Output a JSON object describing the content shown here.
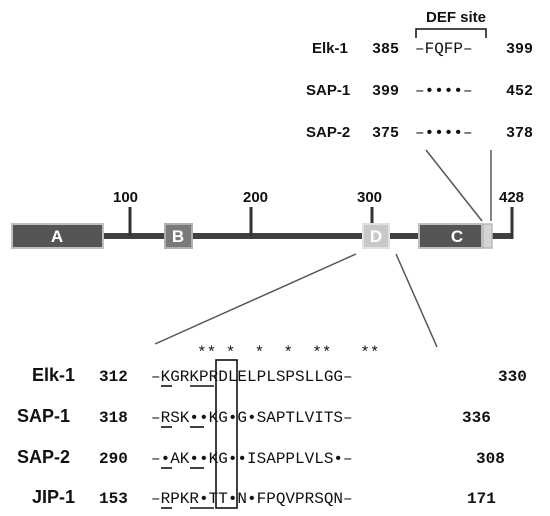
{
  "def": {
    "title": "DEF site",
    "rows": [
      {
        "protein": "Elk-1",
        "start": "385",
        "seq": "–FQFP–",
        "end": "399"
      },
      {
        "protein": "SAP-1",
        "start": "399",
        "seq": "–••••–",
        "end": "452"
      },
      {
        "protein": "SAP-2",
        "start": "375",
        "seq": "–••••–",
        "end": "378"
      }
    ]
  },
  "protein_map": {
    "ticks": [
      "100",
      "200",
      "300",
      "428"
    ],
    "domains": [
      {
        "label": "A",
        "color": "#555555",
        "text_color": "#ffffff"
      },
      {
        "label": "B",
        "color": "#7a7a7a",
        "text_color": "#ffffff"
      },
      {
        "label": "D",
        "color": "#c8c8c8",
        "text_color": "#ffffff"
      },
      {
        "label": "C",
        "color": "#555555",
        "text_color": "#ffffff"
      }
    ]
  },
  "alignment": {
    "stars": "** *  *  *  **   **",
    "rows": [
      {
        "protein": "Elk-1",
        "start": "312",
        "seq": "–KGRKPRDLELPLSPSLLGG–",
        "end": "330"
      },
      {
        "protein": "SAP-1",
        "start": "318",
        "seq": "–RSK••KG•G•SAPTLVITS–",
        "end": "336"
      },
      {
        "protein": "SAP-2",
        "start": "290",
        "seq": "–•AK••KG••ISAPPLVLS•–",
        "end": "308"
      },
      {
        "protein": "JIP-1",
        "start": "153",
        "seq": "–RPKR•TT•N•FPQVPRSQN–",
        "end": "171"
      }
    ]
  }
}
